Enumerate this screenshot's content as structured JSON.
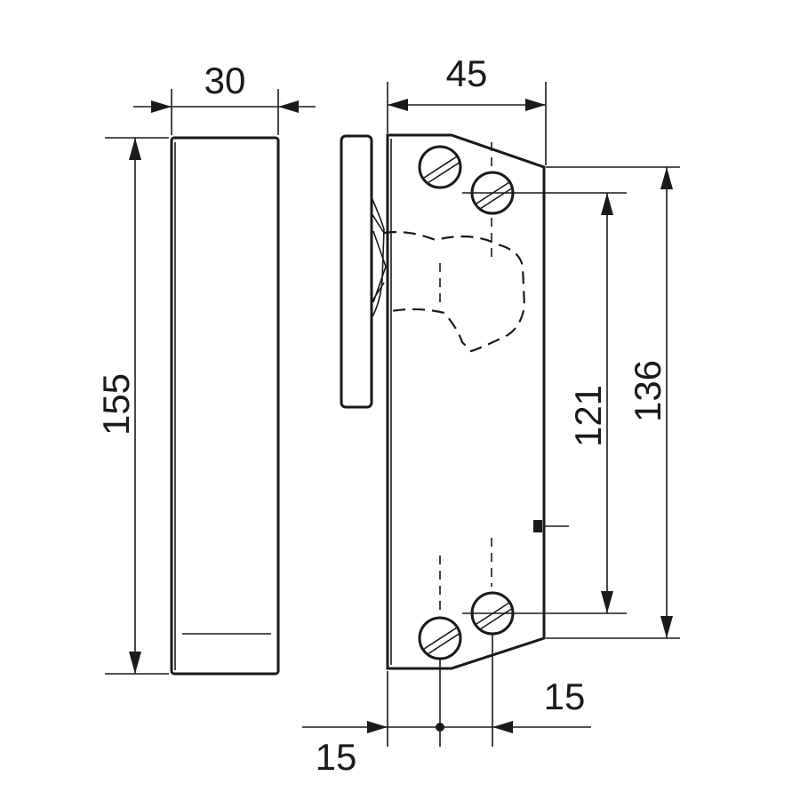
{
  "dimensions": {
    "top_width_left": "30",
    "top_width_right": "45",
    "height_left": "155",
    "inner_height": "121",
    "outer_height": "136",
    "bottom_offset_left": "15",
    "bottom_offset_right": "15"
  },
  "colors": {
    "ink": "#1a1a1a",
    "paper": "#ffffff"
  }
}
